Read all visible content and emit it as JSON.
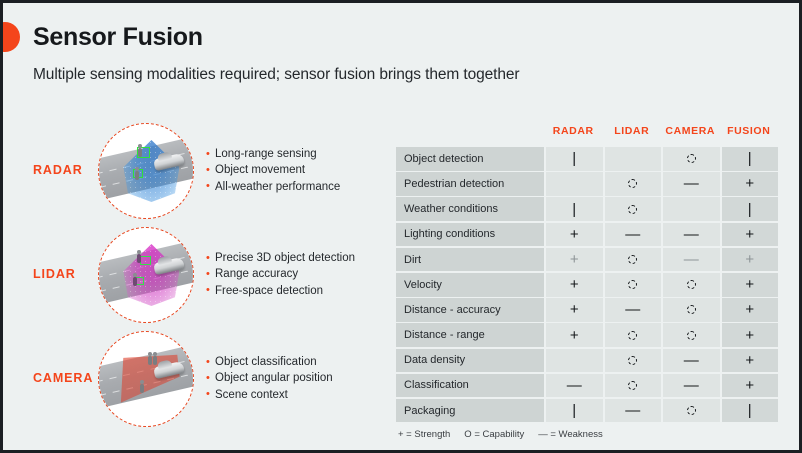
{
  "slide": {
    "title": "Sensor Fusion",
    "subtitle": "Multiple sensing modalities required; sensor fusion brings them together",
    "accent_color": "#f4451b",
    "background_color": "#edf1f1",
    "border_color": "#1b1f23"
  },
  "modalities": [
    {
      "label": "RADAR",
      "icon": "radar-scene-icon",
      "cone_color": "#2e76c8",
      "bullets": [
        "Long-range sensing",
        "Object movement",
        "All-weather performance"
      ]
    },
    {
      "label": "LIDAR",
      "icon": "lidar-scene-icon",
      "cone_color": "#d626c4",
      "bullets": [
        "Precise 3D object detection",
        "Range accuracy",
        "Free-space detection"
      ]
    },
    {
      "label": "CAMERA",
      "icon": "camera-scene-icon",
      "cone_color": "#e04834",
      "bullets": [
        "Object classification",
        "Object angular position",
        "Scene context"
      ]
    }
  ],
  "matrix": {
    "columns": [
      "RADAR",
      "LIDAR",
      "CAMERA",
      "FUSION"
    ],
    "rows": [
      {
        "label": "Object detection",
        "values": [
          "|",
          "",
          "O",
          "|"
        ],
        "faint": false
      },
      {
        "label": "Pedestrian detection",
        "values": [
          "",
          "O",
          "—",
          "+"
        ],
        "faint": false
      },
      {
        "label": "Weather conditions",
        "values": [
          "|",
          "O",
          "",
          "|"
        ],
        "faint": false
      },
      {
        "label": "Lighting conditions",
        "values": [
          "+",
          "—",
          "—",
          "+"
        ],
        "faint": false
      },
      {
        "label": "Dirt",
        "values": [
          "+",
          "O",
          "—",
          "+"
        ],
        "faint": true
      },
      {
        "label": "Velocity",
        "values": [
          "+",
          "O",
          "O",
          "+"
        ],
        "faint": false
      },
      {
        "label": "Distance - accuracy",
        "values": [
          "+",
          "—",
          "O",
          "+"
        ],
        "faint": false
      },
      {
        "label": "Distance - range",
        "values": [
          "+",
          "O",
          "O",
          "+"
        ],
        "faint": false
      },
      {
        "label": "Data density",
        "values": [
          "",
          "O",
          "—",
          "+"
        ],
        "faint": false
      },
      {
        "label": "Classification",
        "values": [
          "—",
          "O",
          "—",
          "+"
        ],
        "faint": false
      },
      {
        "label": "Packaging",
        "values": [
          "|",
          "—",
          "O",
          "|"
        ],
        "faint": false
      }
    ],
    "legend": [
      "+ = Strength",
      "O = Capability",
      "— = Weakness"
    ]
  }
}
